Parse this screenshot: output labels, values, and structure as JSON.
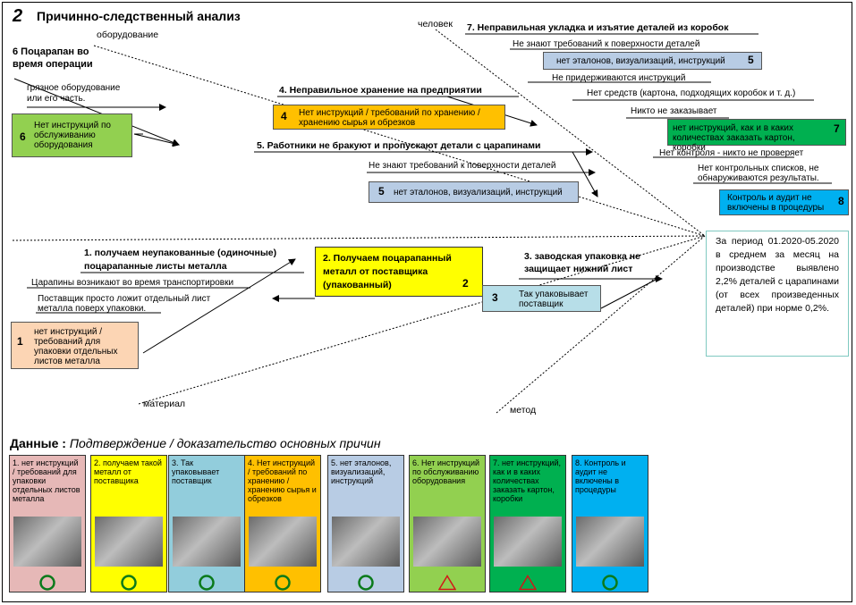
{
  "header": {
    "number": "2",
    "title": "Причинно-следственный анализ"
  },
  "categories": {
    "equipment": "оборудование",
    "people": "человек",
    "material": "материал",
    "method": "метод"
  },
  "causes": {
    "c6": {
      "title_line1": "6 Поцарапан во",
      "title_line2": "время операции",
      "sub_line1": "грязное оборудование",
      "sub_line2": "или его часть.",
      "box_label": "Нет инструкций по обслуживанию оборудования",
      "box_num": "6"
    },
    "c4": {
      "title": "4. Неправильное хранение на предприятии",
      "box_label": "Нет инструкций / требований по хранению / хранению сырья и  обрезков",
      "box_num": "4"
    },
    "c5a": {
      "title": "5. Работники не бракуют и пропускают детали с царапинами",
      "sub": "Не знают требований к поверхности деталей",
      "box_label": "нет эталонов, визуализаций, инструкций",
      "box_num": "5"
    },
    "c7": {
      "title": "7. Неправильная укладка и изъятие деталей из коробок",
      "sub1": "Не знают требований к поверхности деталей",
      "box5_label": "нет эталонов, визуализаций, инструкций",
      "box5_num": "5",
      "sub2": "Не придерживаются инструкций",
      "sub3": "Нет средств (картона, подходящих коробок и т. д.)",
      "sub4": "Никто не заказывает",
      "box7_label": "нет инструкций, как и в каких количествах заказать картон, коробки",
      "box7_num": "7"
    },
    "c8": {
      "sub1": "Нет контроля - никто не проверяет",
      "sub2_line1": "Нет контрольных списков, не",
      "sub2_line2": "обнаруживаются результаты.",
      "box_label": "Контроль и аудит не включены в процедуры",
      "box_num": "8"
    },
    "c1": {
      "title_line1": "1. получаем неупакованные (одиночные)",
      "title_line2": "поцарапанные листы металла",
      "sub1": "Царапины возникают во время транспортировки",
      "sub2_line1": "Поставщик просто ложит отдельный лист",
      "sub2_line2": "металла поверх упаковки.",
      "box_label": "нет инструкций / требований для упаковки отдельных листов металла",
      "box_num": "1"
    },
    "c2": {
      "label": "2. Получаем поцарапанный металл от поставщика (упакованный)",
      "num": "2"
    },
    "c3": {
      "title_line1": "3. заводская упаковка не",
      "title_line2": "защищает нижний лист",
      "box_label": "Так упаковывает поставщик",
      "box_num": "3"
    }
  },
  "effect": "За период 01.2020-05.2020 в среднем за месяц на производстве выявлено 2,2% деталей с царапинами (от всех произведенных деталей) при норме 0,2%.",
  "evidence": {
    "title_bold": "Данные : ",
    "title_italic": "Подтверждение / доказательство основных причин",
    "cards": [
      {
        "label": "1. нет инструкций / требований для упаковки отдельных листов металла",
        "bg": "#e6b8b7",
        "indicator": "circle"
      },
      {
        "label": "2. получаем такой металл от поставщика",
        "bg": "#ffff00",
        "indicator": "circle"
      },
      {
        "label": "3. Так упаковывает поставщик",
        "bg": "#92cddc",
        "indicator": "circle"
      },
      {
        "label": "4. Нет инструкций / требований по хранению / хранению сырья и обрезков",
        "bg": "#ffc000",
        "indicator": "circle"
      },
      {
        "label": "5. нет эталонов, визуализаций, инструкций",
        "bg": "#b8cce4",
        "indicator": "circle"
      },
      {
        "label": "6. Нет инструкций по обслуживанию оборудования",
        "bg": "#92d050",
        "indicator": "triangle"
      },
      {
        "label": "7. нет инструкций, как и в каких количествах заказать картон, коробки",
        "bg": "#00b050",
        "indicator": "triangle"
      },
      {
        "label": "8. Контроль и аудит не включены в процедуры",
        "bg": "#00b0f0",
        "indicator": "circle"
      }
    ]
  },
  "colors": {
    "orange": "#ffc000",
    "blue_gray": "#b8cce4",
    "green_light": "#92d050",
    "green": "#00b050",
    "cyan": "#00b0f0",
    "yellow": "#ffff00",
    "pink": "#fcd5b4",
    "light_blue": "#b7dee8"
  }
}
